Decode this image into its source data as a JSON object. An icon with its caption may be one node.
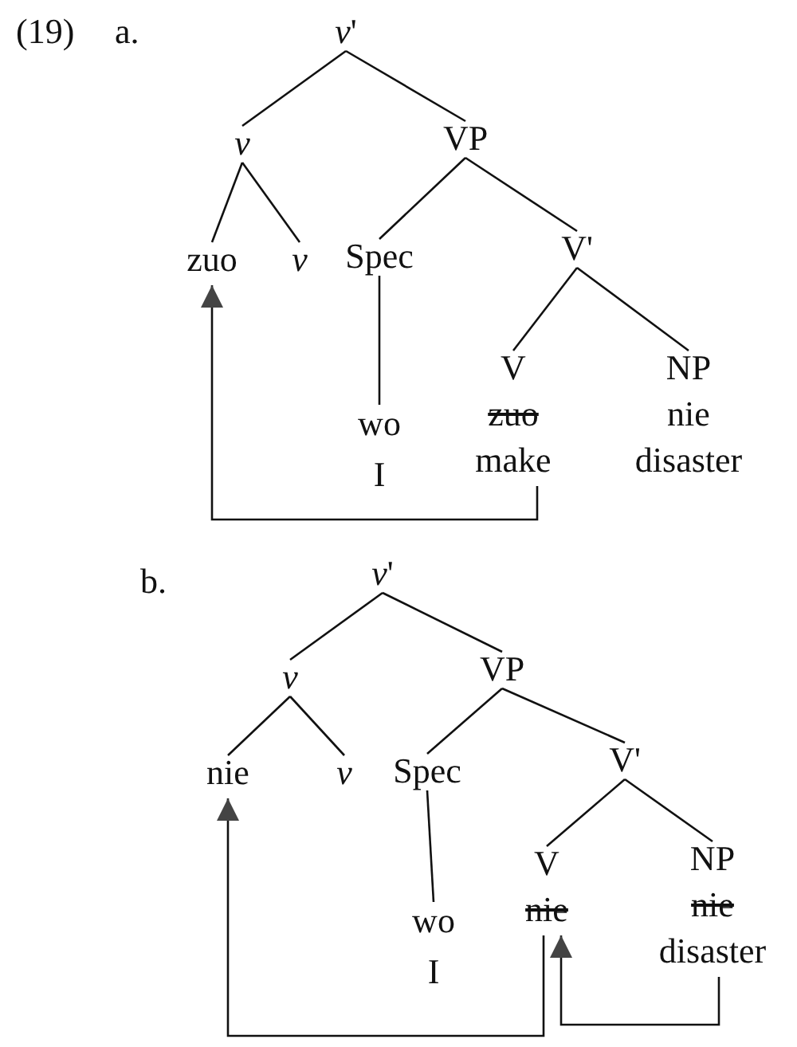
{
  "diagram": {
    "nodes": [
      {
        "text": [
          "*v*'"
        ]
      },
      {
        "text": [
          "v"
        ]
      },
      {
        "text": [
          "VP"
        ]
      },
      {
        "text": [
          "zuo"
        ]
      },
      {
        "text": [
          "v"
        ]
      },
      {
        "text": [
          "Spec"
        ]
      },
      {
        "text": [
          "V'"
        ]
      },
      {
        "text": [
          "wo",
          "I"
        ]
      },
      {
        "text": [
          "V",
          "zuo",
          "make"
        ]
      },
      {
        "text": [
          "NP",
          "nie",
          "disaster"
        ]
      },
      {
        "text": [
          "*v*'"
        ]
      },
      {
        "text": [
          "v"
        ]
      },
      {
        "text": [
          "VP"
        ]
      },
      {
        "text": [
          "nie"
        ]
      },
      {
        "text": [
          "v"
        ]
      },
      {
        "text": [
          "Spec"
        ]
      },
      {
        "text": [
          "V'"
        ]
      },
      {
        "text": [
          "wo",
          "I"
        ]
      },
      {
        "text": [
          "V",
          "nie"
        ]
      },
      {
        "text": [
          "NP",
          "nie",
          "disaster"
        ]
      }
    ],
    "edges": [
      {
        "from": 0,
        "to": 1,
        "arrow": "none"
      },
      {
        "from": 0,
        "to": 2,
        "arrow": "none"
      },
      {
        "from": 1,
        "to": 3,
        "arrow": "none"
      },
      {
        "from": 1,
        "to": 4,
        "arrow": "none"
      },
      {
        "from": 2,
        "to": 5,
        "arrow": "none"
      },
      {
        "from": 2,
        "to": 6,
        "arrow": "none"
      },
      {
        "from": 5,
        "to": 7,
        "arrow": "none"
      },
      {
        "from": 6,
        "to": 8,
        "arrow": "none"
      },
      {
        "from": 6,
        "to": 9,
        "arrow": "none"
      },
      {
        "from": 8,
        "to": 3,
        "arrow": "to"
      },
      {
        "from": 10,
        "to": 11,
        "arrow": "none"
      },
      {
        "from": 10,
        "to": 12,
        "arrow": "none"
      },
      {
        "from": 11,
        "to": 13,
        "arrow": "none"
      },
      {
        "from": 11,
        "to": 14,
        "arrow": "none"
      },
      {
        "from": 12,
        "to": 15,
        "arrow": "none"
      },
      {
        "from": 12,
        "to": 16,
        "arrow": "none"
      },
      {
        "from": 15,
        "to": 17,
        "arrow": "none"
      },
      {
        "from": 16,
        "to": 18,
        "arrow": "none"
      },
      {
        "from": 16,
        "to": 19,
        "arrow": "none"
      },
      {
        "from": 18,
        "to": 13,
        "arrow": "to"
      },
      {
        "from": 19,
        "to": 18,
        "arrow": "to"
      }
    ],
    "labels": [
      "(19)",
      "a.",
      "b."
    ]
  }
}
